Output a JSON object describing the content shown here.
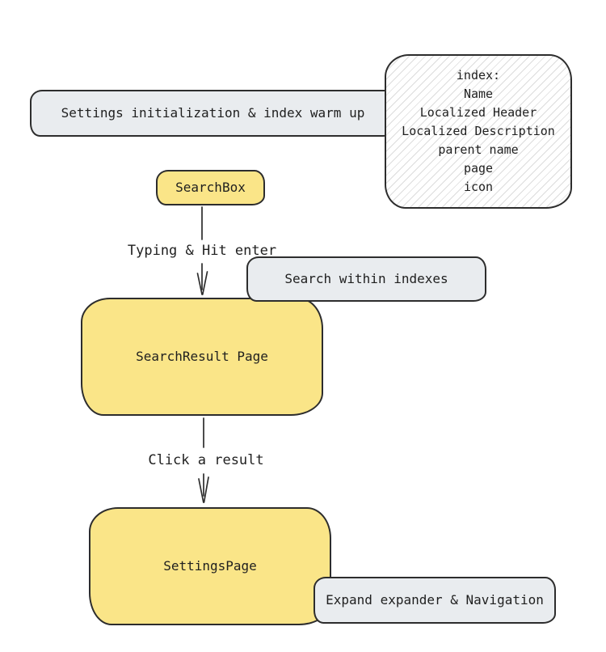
{
  "colors": {
    "background": "#ffffff",
    "node_yellow": "#fae588",
    "node_gray": "#e9ecef",
    "stroke": "#2d2d2d",
    "text": "#1f1f1f",
    "hatch_line": "#dcdcdc"
  },
  "nodes": {
    "settings_init": {
      "label": "Settings initialization & index warm up",
      "fill": "#e9ecef"
    },
    "index_info": {
      "fill": "hatched-white",
      "lines": [
        "index:",
        "Name",
        "Localized Header",
        "Localized Description",
        "parent name",
        "page",
        "icon"
      ]
    },
    "search_box": {
      "label": "SearchBox",
      "fill": "#fae588"
    },
    "search_within_indexes": {
      "label": "Search within indexes",
      "fill": "#e9ecef"
    },
    "search_result_page": {
      "label": "SearchResult Page",
      "fill": "#fae588"
    },
    "settings_page": {
      "label": "SettingsPage",
      "fill": "#fae588"
    },
    "expand_navigation": {
      "label": "Expand expander & Navigation",
      "fill": "#e9ecef"
    }
  },
  "edges": [
    {
      "label": "Typing & Hit enter",
      "from": "search_box",
      "to": "search_result_page"
    },
    {
      "label": "Click a result",
      "from": "search_result_page",
      "to": "settings_page"
    }
  ]
}
